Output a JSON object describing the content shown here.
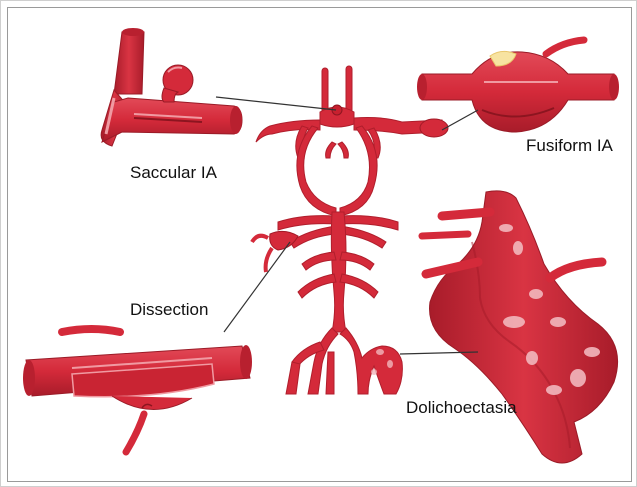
{
  "labels": {
    "saccular": "Saccular IA",
    "fusiform": "Fusiform IA",
    "dissection": "Dissection",
    "dolichoectasia": "Dolichoectasia"
  },
  "colors": {
    "vessel": "#d42a3a",
    "vessel_dark": "#a31a27",
    "vessel_light": "#e85a67",
    "lumen": "#b81f2f",
    "plaque": "#f2b7bd",
    "thrombus": "#f7e3a1",
    "leader": "#333333"
  }
}
